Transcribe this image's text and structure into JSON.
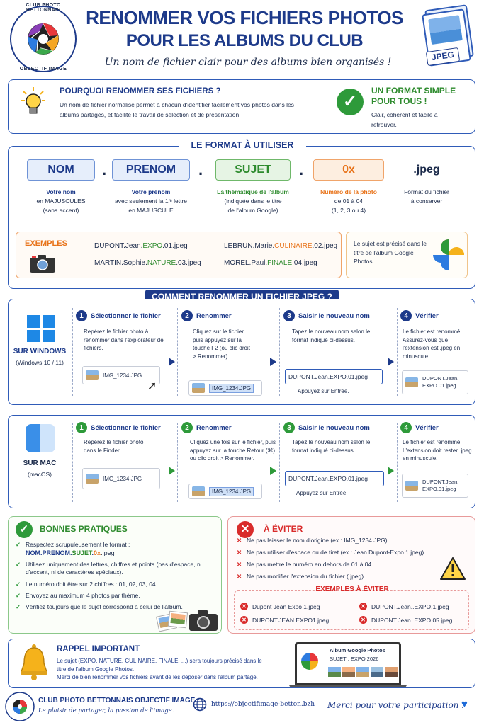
{
  "header": {
    "logo_text_top": "CLUB PHOTO BETTONNAIS",
    "logo_text_bottom": "OBJECTIF IMAGE",
    "title_line1": "RENOMMER VOS FICHIERS PHOTOS",
    "title_line2": "POUR LES ALBUMS DU CLUB",
    "subtitle": "Un nom de fichier clair pour des albums bien organisés !",
    "jpeg_badge": "JPEG"
  },
  "why": {
    "title": "POURQUOI RENOMMER SES FICHIERS ?",
    "text": "Un nom de fichier normalisé permet à chacun d'identifier facilement vos photos dans les albums partagés, et facilite le travail de sélection et de présentation.",
    "simple_title_1": "UN FORMAT SIMPLE",
    "simple_title_2": "POUR TOUS !",
    "simple_text": "Clair, cohérent et facile à retrouver."
  },
  "format": {
    "title": "LE FORMAT À UTILISER",
    "parts": [
      {
        "label": "NOM",
        "desc_title": "Votre nom",
        "desc": "en MAJUSCULES\n(sans accent)",
        "color": "#1d3a8a"
      },
      {
        "label": "PRENOM",
        "desc_title": "Votre prénom",
        "desc": "avec seulement la 1ʳᵉ lettre\nen MAJUSCULE",
        "color": "#1d3a8a"
      },
      {
        "label": "SUJET",
        "desc_title": "La thématique de l'album",
        "desc": "(indiquée dans le titre\nde l'album Google)",
        "color": "#2e8b2e"
      },
      {
        "label": "0x",
        "desc_title": "Numéro de la photo",
        "desc": "de 01 à 04\n(1, 2, 3 ou 4)",
        "color": "#e8731a"
      },
      {
        "label": ".jpeg",
        "desc_title": "Format du fichier",
        "desc": "à conserver",
        "color": "#1b2a4a"
      }
    ],
    "dot": ".",
    "examples_label": "EXEMPLES",
    "examples": [
      {
        "a": "DUPONT.Jean.",
        "b": "EXPO",
        "c": ".01.jpeg",
        "color": "#2e8b2e"
      },
      {
        "a": "LEBRUN.Marie.",
        "b": "CULINAIRE",
        "c": ".02.jpeg",
        "color": "#e8731a"
      },
      {
        "a": "MARTIN.Sophie.",
        "b": "NATURE",
        "c": ".03.jpeg",
        "color": "#2e8b2e"
      },
      {
        "a": "MOREL.Paul.",
        "b": "FINALE",
        "c": ".04.jpeg",
        "color": "#2e8b2e"
      }
    ],
    "google_note": "Le sujet est précisé dans le titre de l'album Google Photos."
  },
  "howto": {
    "title": "COMMENT RENOMMER UN FICHIER JPEG ?",
    "windows": {
      "label": "SUR WINDOWS",
      "sub": "(Windows 10 / 11)",
      "steps": [
        {
          "n": "1",
          "title": "Sélectionner le fichier",
          "text": "Repérez le fichier photo à renommer dans l'explorateur de fichiers.",
          "file": "IMG_1234.JPG"
        },
        {
          "n": "2",
          "title": "Renommer",
          "text": "Cliquez sur le fichier puis appuyez sur la touche F2 (ou clic droit > Renommer).",
          "file": "IMG_1234.JPG"
        },
        {
          "n": "3",
          "title": "Saisir le nouveau nom",
          "text": "Tapez le nouveau nom selon le format indiqué ci-dessus.",
          "file": "DUPONT.Jean.EXPO.01.jpeg",
          "after": "Appuyez sur Entrée."
        },
        {
          "n": "4",
          "title": "Vérifier",
          "text": "Le fichier est renommé. Assurez-vous que l'extension est .jpeg en minuscule.",
          "file": "DUPONT.Jean.\nEXPO.01.jpeg"
        }
      ]
    },
    "mac": {
      "label": "SUR MAC",
      "sub": "(macOS)",
      "steps": [
        {
          "n": "1",
          "title": "Sélectionner le fichier",
          "text": "Repérez le fichier photo dans le Finder.",
          "file": "IMG_1234.JPG"
        },
        {
          "n": "2",
          "title": "Renommer",
          "text": "Cliquez une fois sur le fichier, puis appuyez sur la touche Retour (⌘) ou clic droit > Renommer.",
          "file": "IMG_1234.JPG"
        },
        {
          "n": "3",
          "title": "Saisir le nouveau nom",
          "text": "Tapez le nouveau nom selon le format indiqué ci-dessus.",
          "file": "DUPONT.Jean.EXPO.01.jpeg",
          "after": "Appuyez sur Entrée."
        },
        {
          "n": "4",
          "title": "Vérifier",
          "text": "Le fichier est renommé. L'extension doit rester .jpeg en minuscule.",
          "file": "DUPONT.Jean.\nEXPO.01.jpeg"
        }
      ]
    }
  },
  "good": {
    "title": "BONNES PRATIQUES",
    "items": [
      "Respectez scrupuleusement le format :",
      "Utilisez uniquement des lettres, chiffres et points (pas d'espace, ni d'accent, ni de caractères spéciaux).",
      "Le numéro doit être sur 2 chiffres : 01, 02, 03, 04.",
      "Envoyez au maximum 4 photos par thème.",
      "Vérifiez toujours que le sujet correspond à celui de l'album."
    ],
    "format_a": "NOM.PRENOM.",
    "format_b": "SUJET",
    "format_c": ".",
    "format_d": "0x",
    "format_e": ".jpeg"
  },
  "avoid": {
    "title": "À ÉVITER",
    "items": [
      "Ne pas laisser le nom d'origine (ex : IMG_1234.JPG).",
      "Ne pas utiliser d'espace ou de tiret (ex : Jean Dupont-Expo 1.jpeg).",
      "Ne pas mettre le numéro en dehors de 01 à 04.",
      "Ne pas modifier l'extension du fichier (.jpeg)."
    ],
    "examples_title": "EXEMPLES À ÉVITER",
    "examples": [
      "Dupont Jean Expo 1.jpeg",
      "DUPONT.Jean..EXPO.1.jpeg",
      "DUPONT.JEAN.EXPO1.jpeg",
      "DUPONT.Jean..EXPO.05.jpeg"
    ]
  },
  "reminder": {
    "title": "RAPPEL IMPORTANT",
    "text1": "Le sujet (EXPO, NATURE, CULINAIRE, FINALE, ...) sera toujours précisé dans le titre de l'album Google Photos.",
    "text2": "Merci de bien renommer vos fichiers avant de les déposer dans l'album partagé.",
    "album_title": "Album Google Photos",
    "album_sub": "SUJET : EXPO 2026"
  },
  "footer": {
    "club": "CLUB PHOTO BETTONNAIS OBJECTIF IMAGE",
    "tagline": "Le plaisir de partager, la passion de l'image.",
    "url": "https://objectifimage-betton.bzh",
    "thanks": "Merci pour votre participation !"
  }
}
